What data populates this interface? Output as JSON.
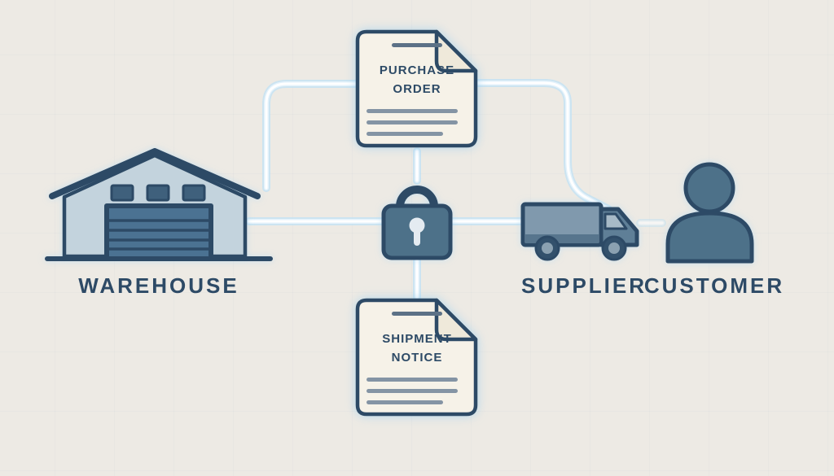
{
  "diagram": {
    "nodes": [
      {
        "id": "warehouse",
        "label": "WAREHOUSE",
        "icon": "warehouse-icon"
      },
      {
        "id": "purchase-order",
        "label": "PURCHASE ORDER",
        "icon": "document-icon"
      },
      {
        "id": "security-lock",
        "label": "",
        "icon": "lock-icon"
      },
      {
        "id": "supplier",
        "label": "SUPPLIER",
        "icon": "truck-icon"
      },
      {
        "id": "customer",
        "label": "CUSTOMER",
        "icon": "person-icon"
      },
      {
        "id": "shipment-notice",
        "label": "SHIPMENT NOTICE",
        "icon": "document-icon"
      }
    ],
    "connectors": [
      {
        "from": "purchase-order",
        "to": "warehouse"
      },
      {
        "from": "purchase-order",
        "to": "supplier"
      },
      {
        "from": "warehouse",
        "to": "security-lock"
      },
      {
        "from": "security-lock",
        "to": "supplier"
      },
      {
        "from": "supplier",
        "to": "customer"
      },
      {
        "from": "security-lock",
        "to": "purchase-order"
      },
      {
        "from": "security-lock",
        "to": "shipment-notice"
      }
    ],
    "colors": {
      "background": "#edeae4",
      "outline": "#2d4a66",
      "building_fill": "#c3d3dd",
      "slate_fill": "#4d7189",
      "truck_body_fill": "#8099ad",
      "truck_cab_fill": "#5f7f97",
      "document_fill": "#f6f2e8",
      "document_line_gray": "#8494a4",
      "connector_core": "#ffffff",
      "connector_glow": "#c3e2f4",
      "label_text": "#2d4a66"
    }
  }
}
